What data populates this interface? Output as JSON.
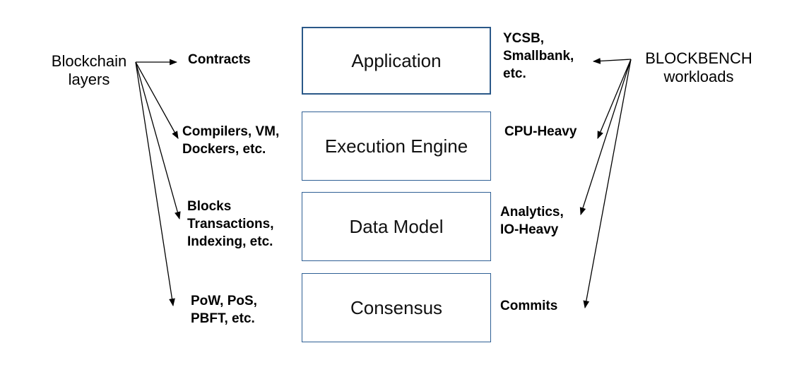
{
  "left_caption": "Blockchain\nlayers",
  "right_caption": "BLOCKBENCH\nworkloads",
  "layers": [
    {
      "name": "Application",
      "left_label": "Contracts",
      "right_label": "YCSB,\nSmallbank,\netc."
    },
    {
      "name": "Execution Engine",
      "left_label": "Compilers, VM,\nDockers, etc.",
      "right_label": "CPU-Heavy"
    },
    {
      "name": "Data Model",
      "left_label": "Blocks\nTransactions,\nIndexing, etc.",
      "right_label": "Analytics,\nIO-Heavy"
    },
    {
      "name": "Consensus",
      "left_label": "PoW, PoS,\nPBFT, etc.",
      "right_label": "Commits"
    }
  ]
}
